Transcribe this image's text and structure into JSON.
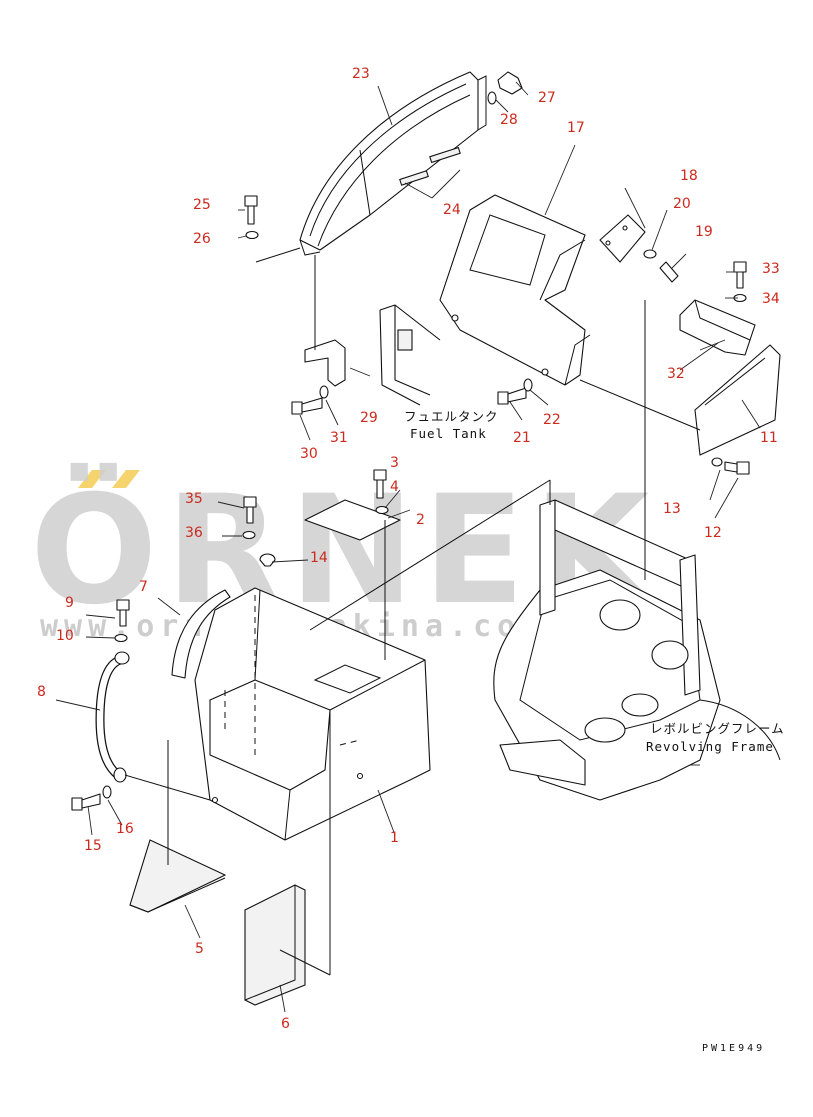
{
  "watermark": {
    "brand": "ÖRNEK",
    "url": "www.ornekismakina.com.tr",
    "accent_color": "#f3c94a"
  },
  "labels": {
    "fuel_tank_jp": "フュエルタンク",
    "fuel_tank_en": "Fuel Tank",
    "revolving_frame_jp": "レボルビングフレーム",
    "revolving_frame_en": "Revolving Frame"
  },
  "drawing_code": "PW1E949",
  "part_numbers": {
    "p1": "1",
    "p2": "2",
    "p3": "3",
    "p4": "4",
    "p5": "5",
    "p6": "6",
    "p7": "7",
    "p8": "8",
    "p9": "9",
    "p10": "10",
    "p11": "11",
    "p12": "12",
    "p13": "13",
    "p14": "14",
    "p15": "15",
    "p16": "16",
    "p17": "17",
    "p18": "18",
    "p19": "19",
    "p20": "20",
    "p21": "21",
    "p22": "22",
    "p23": "23",
    "p24": "24",
    "p25": "25",
    "p26": "26",
    "p27": "27",
    "p28": "28",
    "p29": "29",
    "p30": "30",
    "p31": "31",
    "p32": "32",
    "p33": "33",
    "p34": "34",
    "p35": "35",
    "p36": "36"
  },
  "colors": {
    "callout": "#cc2a1e",
    "linework": "#111111"
  }
}
